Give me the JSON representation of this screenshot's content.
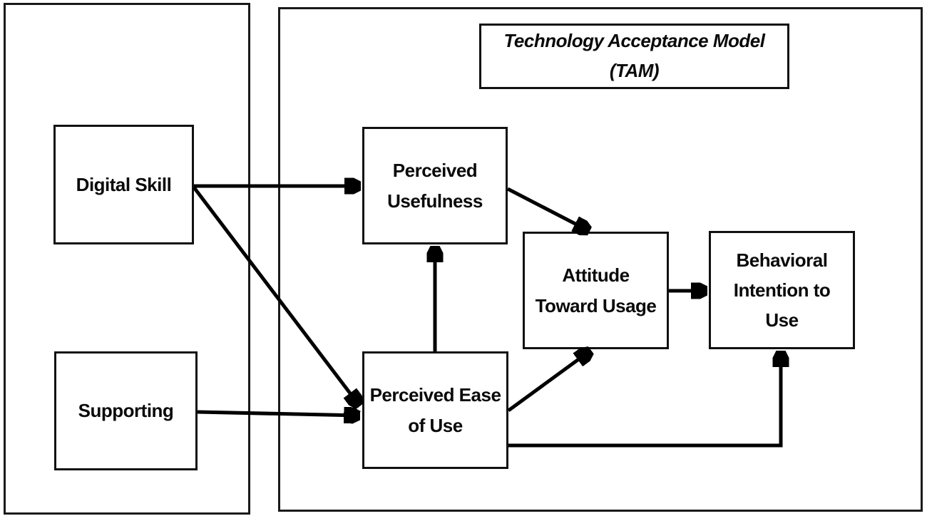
{
  "diagram": {
    "title": {
      "line1": "Technology Acceptance Model",
      "line2": "(TAM)"
    },
    "nodes": {
      "digital_skill": {
        "label": "Digital Skill"
      },
      "supporting": {
        "label": "Supporting"
      },
      "perceived_usefulness": {
        "label": "Perceived\nUsefulness"
      },
      "perceived_ease_of_use": {
        "label": "Perceived Ease\nof Use"
      },
      "attitude_toward_usage": {
        "label": "Attitude\nToward Usage"
      },
      "behavioral_intention_to_use": {
        "label": "Behavioral\nIntention to\nUse"
      }
    },
    "edges": [
      {
        "from": "digital_skill",
        "to": "perceived_usefulness"
      },
      {
        "from": "digital_skill",
        "to": "perceived_ease_of_use"
      },
      {
        "from": "supporting",
        "to": "perceived_ease_of_use"
      },
      {
        "from": "perceived_ease_of_use",
        "to": "perceived_usefulness"
      },
      {
        "from": "perceived_usefulness",
        "to": "attitude_toward_usage"
      },
      {
        "from": "perceived_ease_of_use",
        "to": "attitude_toward_usage"
      },
      {
        "from": "attitude_toward_usage",
        "to": "behavioral_intention_to_use"
      },
      {
        "from": "perceived_ease_of_use",
        "to": "behavioral_intention_to_use"
      }
    ],
    "colors": {
      "line": "#000000",
      "box_border": "#111111",
      "background": "#ffffff"
    }
  }
}
